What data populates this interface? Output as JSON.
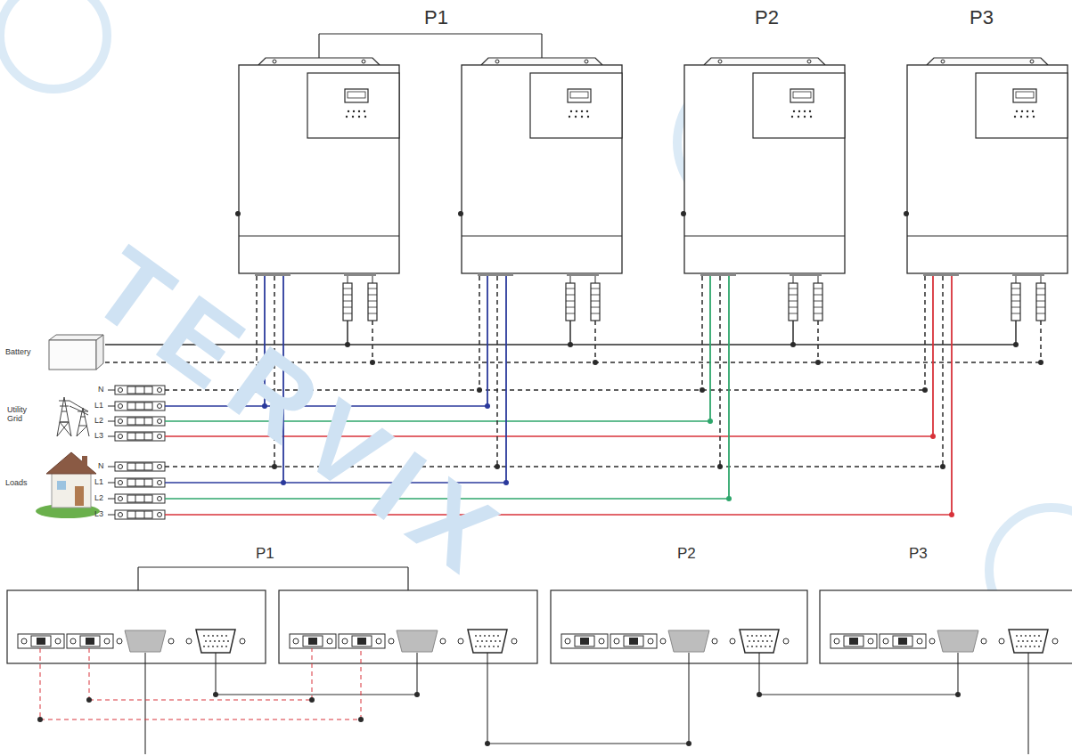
{
  "diagram": {
    "labels": [
      "P1",
      "P2",
      "P3",
      "Battery",
      "N",
      "L1",
      "L2",
      "L3",
      "Utility Grid",
      "N",
      "L1",
      "L2",
      "L3",
      "Loads",
      "P1",
      "P2",
      "P3",
      "TERVIX"
    ]
  }
}
